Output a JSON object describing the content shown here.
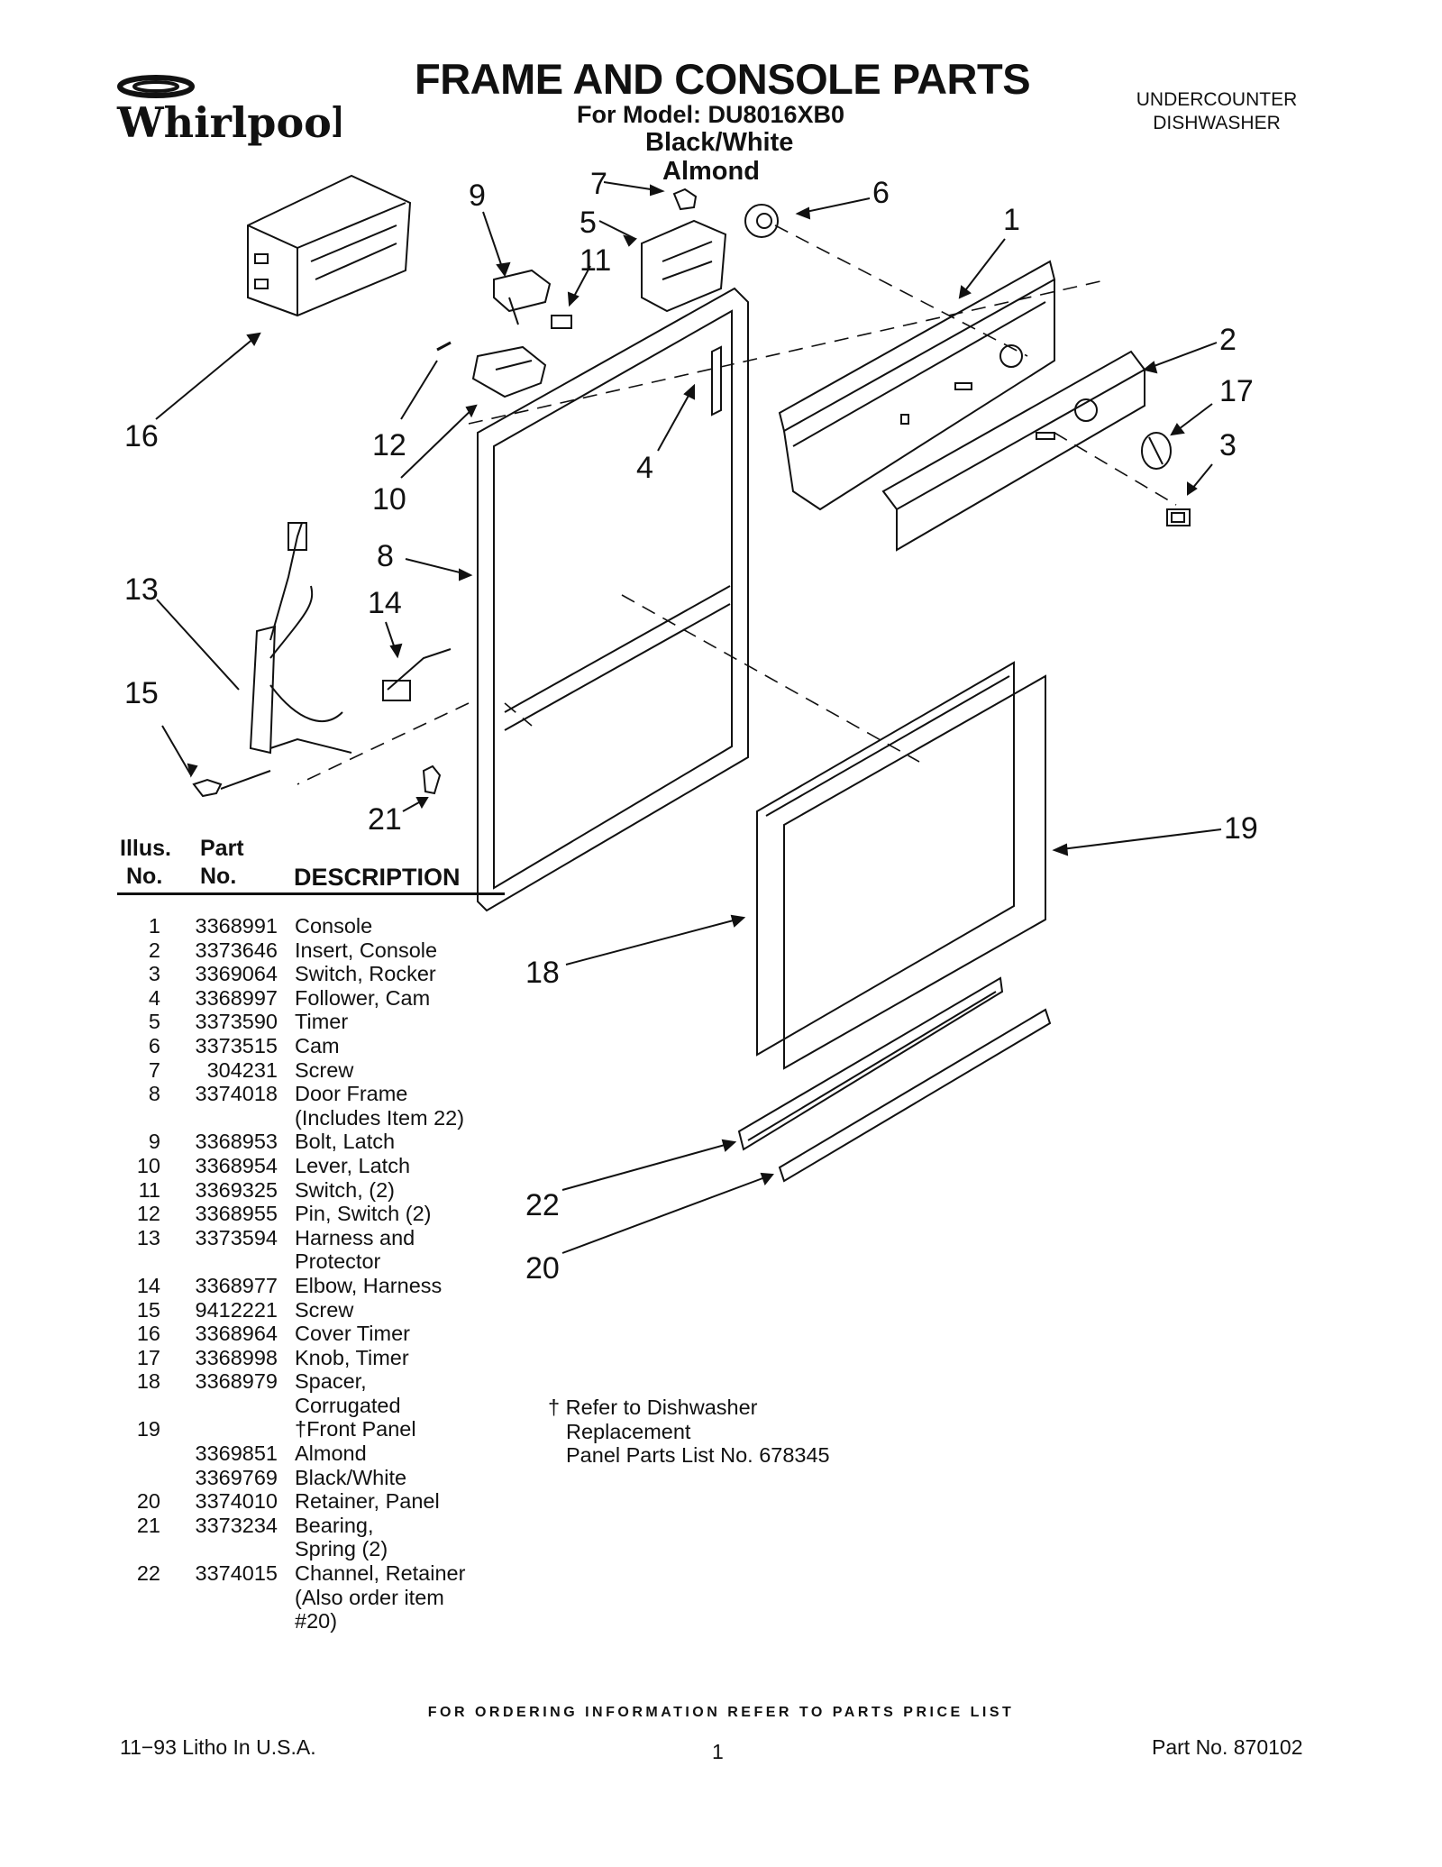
{
  "header": {
    "brand": "Whirlpool",
    "title": "FRAME AND CONSOLE PARTS",
    "model_line": "For Model: DU8016XB0",
    "color_1": "Black/White",
    "color_2": "Almond",
    "appliance_line_1": "UNDERCOUNTER",
    "appliance_line_2": "DISHWASHER"
  },
  "diagram": {
    "callouts": {
      "c1": "1",
      "c2": "2",
      "c3": "3",
      "c4": "4",
      "c5": "5",
      "c6": "6",
      "c7": "7",
      "c8": "8",
      "c9": "9",
      "c10": "10",
      "c11": "11",
      "c12": "12",
      "c13": "13",
      "c14": "14",
      "c15": "15",
      "c16": "16",
      "c17": "17",
      "c18": "18",
      "c19": "19",
      "c20": "20",
      "c21": "21",
      "c22": "22"
    }
  },
  "parts_table": {
    "header_illus_1": "Illus.",
    "header_illus_2": "No.",
    "header_part_1": "Part",
    "header_part_2": "No.",
    "header_desc": "DESCRIPTION",
    "rows": [
      {
        "illus": "1",
        "part": "3368991",
        "desc": "Console"
      },
      {
        "illus": "2",
        "part": "3373646",
        "desc": "Insert, Console"
      },
      {
        "illus": "3",
        "part": "3369064",
        "desc": "Switch, Rocker"
      },
      {
        "illus": "4",
        "part": "3368997",
        "desc": "Follower, Cam"
      },
      {
        "illus": "5",
        "part": "3373590",
        "desc": "Timer"
      },
      {
        "illus": "6",
        "part": "3373515",
        "desc": "Cam"
      },
      {
        "illus": "7",
        "part": "304231",
        "desc": "Screw"
      },
      {
        "illus": "8",
        "part": "3374018",
        "desc": "Door Frame"
      },
      {
        "illus": "",
        "part": "",
        "desc": "(Includes Item 22)"
      },
      {
        "illus": "9",
        "part": "3368953",
        "desc": "Bolt, Latch"
      },
      {
        "illus": "10",
        "part": "3368954",
        "desc": "Lever, Latch"
      },
      {
        "illus": "11",
        "part": "3369325",
        "desc": "Switch, (2)"
      },
      {
        "illus": "12",
        "part": "3368955",
        "desc": "Pin, Switch (2)"
      },
      {
        "illus": "13",
        "part": "3373594",
        "desc": "Harness and"
      },
      {
        "illus": "",
        "part": "",
        "desc": "Protector"
      },
      {
        "illus": "14",
        "part": "3368977",
        "desc": "Elbow, Harness"
      },
      {
        "illus": "15",
        "part": "9412221",
        "desc": "Screw"
      },
      {
        "illus": "16",
        "part": "3368964",
        "desc": "Cover Timer"
      },
      {
        "illus": "17",
        "part": "3368998",
        "desc": "Knob, Timer"
      },
      {
        "illus": "18",
        "part": "3368979",
        "desc": "Spacer,"
      },
      {
        "illus": "",
        "part": "",
        "desc": "Corrugated"
      },
      {
        "illus": "19",
        "part": "",
        "desc": "†Front Panel"
      },
      {
        "illus": "",
        "part": "3369851",
        "desc": " Almond"
      },
      {
        "illus": "",
        "part": "3369769",
        "desc": " Black/White"
      },
      {
        "illus": "20",
        "part": "3374010",
        "desc": "Retainer, Panel"
      },
      {
        "illus": "21",
        "part": "3373234",
        "desc": "Bearing,"
      },
      {
        "illus": "",
        "part": "",
        "desc": "Spring (2)"
      },
      {
        "illus": "22",
        "part": "3374015",
        "desc": "Channel, Retainer"
      },
      {
        "illus": "",
        "part": "",
        "desc": "(Also order item"
      },
      {
        "illus": "",
        "part": "",
        "desc": "#20)"
      }
    ]
  },
  "note": {
    "line_1": "† Refer to Dishwasher",
    "line_2": "Replacement",
    "line_3": "Panel Parts List No. 678345"
  },
  "footer": {
    "ordering": "FOR ORDERING INFORMATION REFER TO PARTS PRICE LIST",
    "litho": "11−93 Litho In U.S.A.",
    "page": "1",
    "part_no": "Part No. 870102"
  }
}
